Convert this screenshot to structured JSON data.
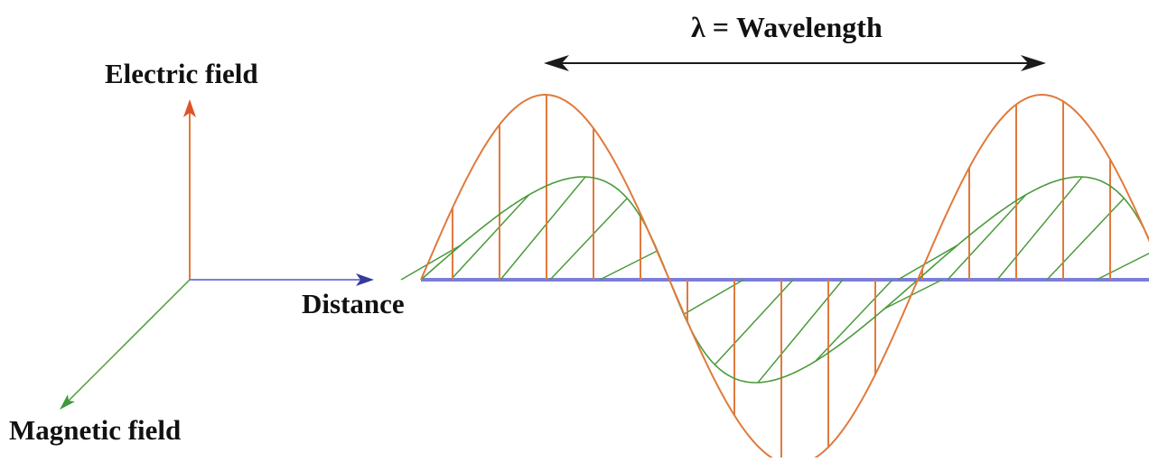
{
  "labels": {
    "wavelength": "λ = Wavelength",
    "electric_field": "Electric field",
    "distance": "Distance",
    "magnetic_field": "Magnetic field"
  },
  "colors": {
    "electric": "#e07a3c",
    "electric_arrow": "#e0522a",
    "magnetic": "#4a9a3a",
    "magnetic_arrow": "#3e9a3a",
    "distance": "#7b7ed9",
    "distance_arrow": "#353a9a",
    "wavelength_arrow": "#1a1a1a",
    "text": "#111111"
  },
  "icons": {
    "electric_axis": "arrow-up-icon",
    "distance_axis": "arrow-right-icon",
    "magnetic_axis": "arrow-down-left-icon",
    "wavelength_span": "double-arrow-icon"
  }
}
